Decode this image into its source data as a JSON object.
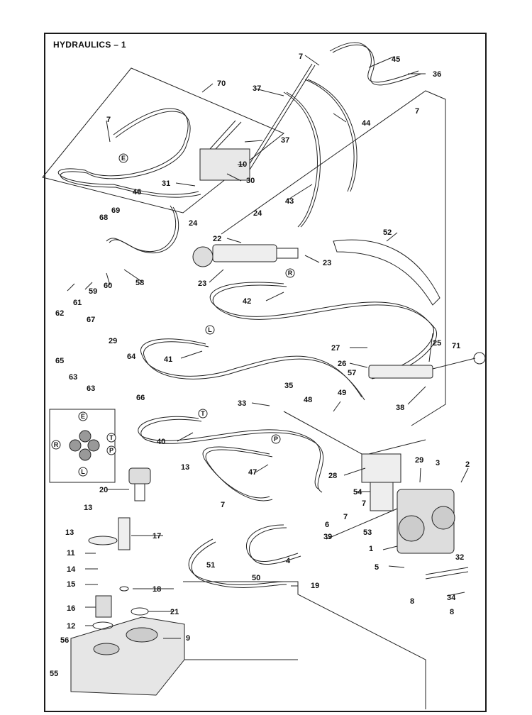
{
  "title": "HYDRAULICS – 1",
  "parts": [
    "1",
    "2",
    "3",
    "4",
    "5",
    "6",
    "7",
    "8",
    "9",
    "10",
    "11",
    "12",
    "13",
    "14",
    "15",
    "16",
    "17",
    "18",
    "19",
    "20",
    "21",
    "22",
    "23",
    "24",
    "25",
    "26",
    "27",
    "28",
    "29",
    "30",
    "31",
    "32",
    "33",
    "34",
    "35",
    "36",
    "37",
    "38",
    "39",
    "40",
    "41",
    "42",
    "43",
    "44",
    "45",
    "46",
    "47",
    "48",
    "49",
    "50",
    "51",
    "52",
    "53",
    "54",
    "55",
    "56",
    "57",
    "58",
    "59",
    "60",
    "61",
    "62",
    "63",
    "64",
    "65",
    "66",
    "67",
    "68",
    "69",
    "70",
    "71"
  ],
  "ports": {
    "E": "E",
    "T": "T",
    "R": "R",
    "P": "P",
    "L": "L"
  }
}
